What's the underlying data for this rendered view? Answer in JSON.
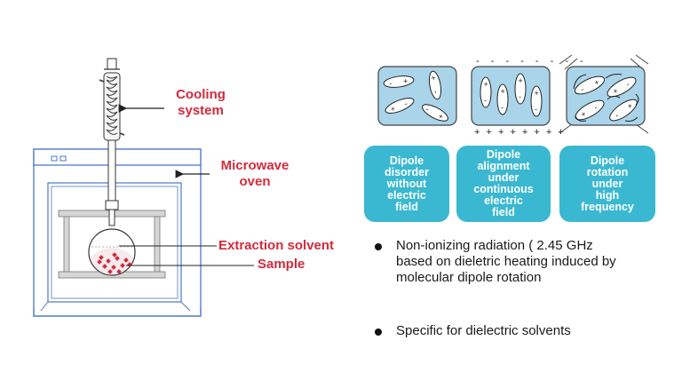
{
  "left_labels": {
    "cooling_line1": "Cooling",
    "cooling_line2": "system",
    "microwave_line1": "Microwave",
    "microwave_line2": "oven",
    "extraction_solvent": "Extraction solvent",
    "sample": "Sample"
  },
  "dipole_captions": [
    {
      "line1": "Dipole",
      "line2": "disorder",
      "line3": "without",
      "line4": "electric",
      "line5": "field"
    },
    {
      "line1": "Dipole",
      "line2": "alignment",
      "line3": "under",
      "line4": "continuous",
      "line5": "electric",
      "line6": "field"
    },
    {
      "line1": "Dipole",
      "line2": "rotation",
      "line3": "under",
      "line4": "high",
      "line5": "frequency"
    }
  ],
  "bullets": {
    "b1_line1": "Non-ionizing radiation ( 2.45 GHz",
    "b1_line2": "based on  dieletric heating induced by",
    "b1_line3": "molecular dipole rotation",
    "b2_line1": "Specific for dielectric solvents"
  },
  "colors": {
    "label_red": "#d42a3c",
    "caption_teal": "#3bb8d1",
    "panel_blue": "#a9d4ea",
    "oven_blue": "#4a78c8",
    "sample_red": "#d42a3c"
  }
}
